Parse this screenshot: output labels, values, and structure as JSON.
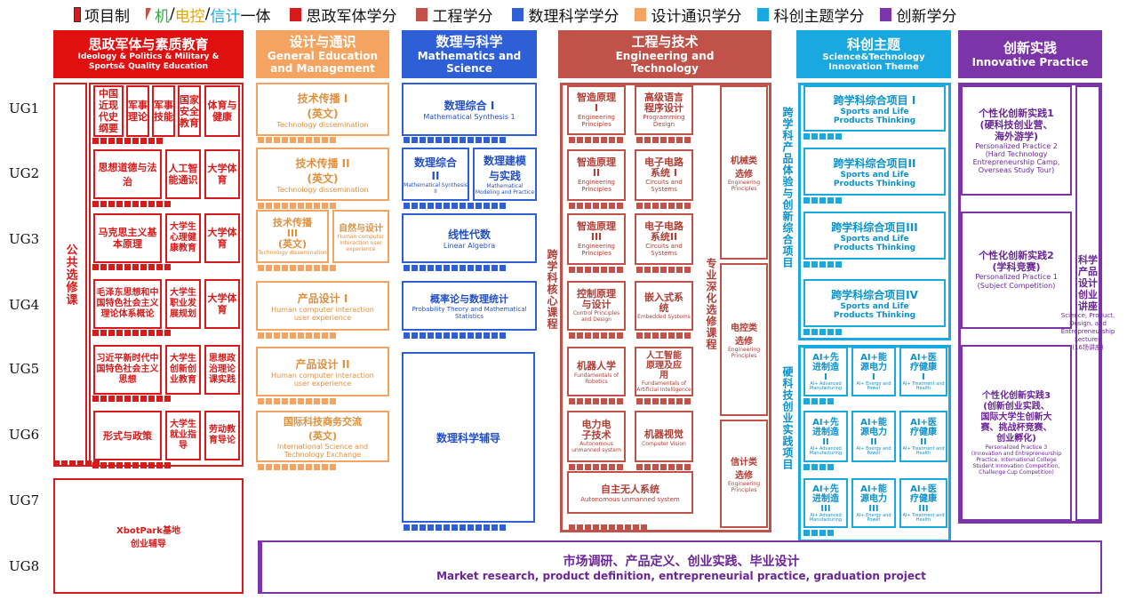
{
  "legend": {
    "items": [
      "项目制",
      "机",
      "/",
      "电控",
      "/",
      "信计",
      "一体",
      "思政军体学分",
      "工程学分",
      "数理科学学分",
      "设计通识学分",
      "科创主题学分",
      "创新学分"
    ]
  },
  "colors": {
    "red": "#d91a1a",
    "orange": "#f4a460",
    "blue": "#2f5fd6",
    "brown": "#c0524a",
    "cyan": "#1aa8e0",
    "purple": "#7b35a8",
    "green": "#2eaa3a"
  },
  "headers": {
    "sz": {
      "zh": "思政军体与素质教育",
      "en": "Ideology & Politics & Military & Sports& Quality Education"
    },
    "sj": {
      "zh": "设计与通识",
      "en": "General Education and Management"
    },
    "sl": {
      "zh": "数理与科学",
      "en": "Mathematics and Science"
    },
    "gc": {
      "zh": "工程与技术",
      "en": "Engineering and Technology"
    },
    "kc": {
      "zh": "科创主题",
      "en": "Science&Technology Innovation Theme"
    },
    "cx": {
      "zh": "创新实践",
      "en": "Innovative Practice"
    }
  },
  "ug": [
    "UG1",
    "UG2",
    "UG3",
    "UG4",
    "UG5",
    "UG6",
    "UG7",
    "UG8"
  ],
  "red": {
    "elective": "公共选修课",
    "c1": "中国近现代史纲要",
    "c2": "军事理论",
    "c3": "军事技能",
    "c4": "国家安全教育",
    "c5": "体育与健康",
    "c6": "思想道德与法治",
    "c7": "人工智能通识",
    "c8": "大学体育",
    "c9": "马克思主义基本原理",
    "c10": "大学生心理健康教育",
    "c11": "大学体育",
    "c12": "毛泽东思想和中国特色社会主义理论体系概论",
    "c13": "大学生职业发展规划",
    "c14": "大学体育",
    "c15": "习近平新时代中国特色社会主义思想",
    "c16": "大学生创新创业教育",
    "c17": "思想政治理论课实践",
    "c18": "形式与政策",
    "c19": "大学生就业指导",
    "c20": "劳动教育导论",
    "xbot": "XbotPark基地\n创业辅导"
  },
  "orange": {
    "o1zh": "技术传播 I\n(英文)",
    "o1en": "Technology dissemination",
    "o2zh": "技术传播 II\n(英文)",
    "o2en": "Technology dissemination",
    "o3zh": "技术传播\nIII\n(英文)",
    "o3en": "Technology dissemination",
    "o3bzh": "自然与设计",
    "o3ben": "Human computer Interaction user experience",
    "o4zh": "产品设计 I",
    "o4en": "Human computer interaction user experience",
    "o5zh": "产品设计 II",
    "o5en": "Human computer interaction user experience",
    "o6zh": "国际科技商务交流\n(英文)",
    "o6en": "International Science and Technology Exchange"
  },
  "blue": {
    "b1zh": "数理综合 I",
    "b1en": "Mathematical Synthesis 1",
    "b2zh": "数理综合\nII",
    "b2en": "Mathematical Synthesis II",
    "b2bzh": "数理建模\n与实践",
    "b2ben": "Mathematical Modeling and Practice",
    "b3zh": "线性代数",
    "b3en": "Linear Algebra",
    "b4zh": "概率论与数理统计",
    "b4en": "Probability Theory and Mathematical Statistics",
    "b5zh": "数理科学辅导"
  },
  "brown": {
    "core": "跨学科核心课程",
    "deep": "专业深化选修课程",
    "e1zh": "智造原理\nI",
    "e1en": "Engineering Principles",
    "e2zh": "高级语言\n程序设计",
    "e2en": "Programming Design",
    "e3zh": "智造原理\nII",
    "e3en": "Engineering Principles",
    "e4zh": "电子电路\n系统 I",
    "e4en": "Circuits and Systems",
    "e5zh": "智造原理\nIII",
    "e5en": "Engineering Principles",
    "e6zh": "电子电路\n系统II",
    "e6en": "Circuits and Systems",
    "e7zh": "控制原理\n与设计",
    "e7en": "Control Principles and Design",
    "e8zh": "嵌入式系\n统",
    "e8en": "Embedded Systems",
    "e9zh": "机器人学",
    "e9en": "Fundamentals of Robotics",
    "e10zh": "人工智能\n原理及应\n用",
    "e10en": "Fundamentals of Artificial Intelligence",
    "e11zh": "电力电\n子技术",
    "e11en": "Autonomous unmanned system",
    "e12zh": "机器视觉",
    "e12en": "Computer Vision",
    "e13zh": "自主无人系统",
    "e13en": "Autonomous unmanned system",
    "m1zh": "机械类\n选修",
    "m1en": "Engineering Principles",
    "m2zh": "电控类\n选修",
    "m2en": "Engineering Principles",
    "m3zh": "信计类\n选修",
    "m3en": "Engineering Principles"
  },
  "cyan": {
    "v1": "跨学科产品体验与创新综合项目",
    "v2": "硬科技创业实践项目",
    "k1zh": "跨学科综合项目 I",
    "k1en": "Sports and Life Products Thinking",
    "k2zh": "跨学科综合项目II",
    "k2en": "Sports and Life Products Thinking",
    "k3zh": "跨学科综合项目III",
    "k3en": "Sports and Life Products Thinking",
    "k4zh": "跨学科综合项目IV",
    "k4en": "Sports and Life Products Thinking",
    "a1": "AI+先\n进制造\nI",
    "a1en": "AI+ Advanced Manufacturing",
    "a2": "AI+能\n源电力\nI",
    "a2en": "AI+ Energy and Power",
    "a3": "AI+医\n疗健康\nI",
    "a3en": "AI+ Treatment and Health",
    "a4": "AI+先\n进制造\nII",
    "a4en": "AI+ Advanced Manufacturing",
    "a5": "AI+能\n源电力\nII",
    "a5en": "AI+ Energy and Power",
    "a6": "AI+医\n疗健康\nII",
    "a6en": "AI+ Treatment and Health",
    "a7": "AI+先\n进制造\nIII",
    "a7en": "AI+ Advanced Manufacturing",
    "a8": "AI+能\n源电力\nIII",
    "a8en": "AI+ Energy and Power",
    "a9": "AI+医\n疗健康\nIII",
    "a9en": "AI+ Treatment and Health"
  },
  "purple": {
    "p1zh": "个性化创新实践1\n(硬科技创业营、\n海外游学)",
    "p1en": "Personalized Practice 2\n(Hard Technology Entrepreneurship Camp, Overseas Study Tour)",
    "p2zh": "个性化创新实践2\n(学科竞赛)",
    "p2en": "Personalized Practice 1\n(Subject Competition)",
    "p3zh": "个性化创新实践3\n(创新创业实践、\n国际大学生创新大\n赛、挑战杯竞赛、\n创业孵化)",
    "p3en": "Personalized Practice 3\n(Innovation and Entrepreneurship Practice, International College Student Innovation Competition, Challenge Cup Competition)",
    "sczh": "科学\n产品\n设计\n创业\n讲座",
    "scen": "Science, Product, Design, and Entrepreneurship Lectures\n(16场讲座)"
  },
  "ug8": {
    "zh": "市场调研、产品定义、创业实践、毕业设计",
    "en": "Market research, product definition, entrepreneurial practice, graduation project"
  }
}
